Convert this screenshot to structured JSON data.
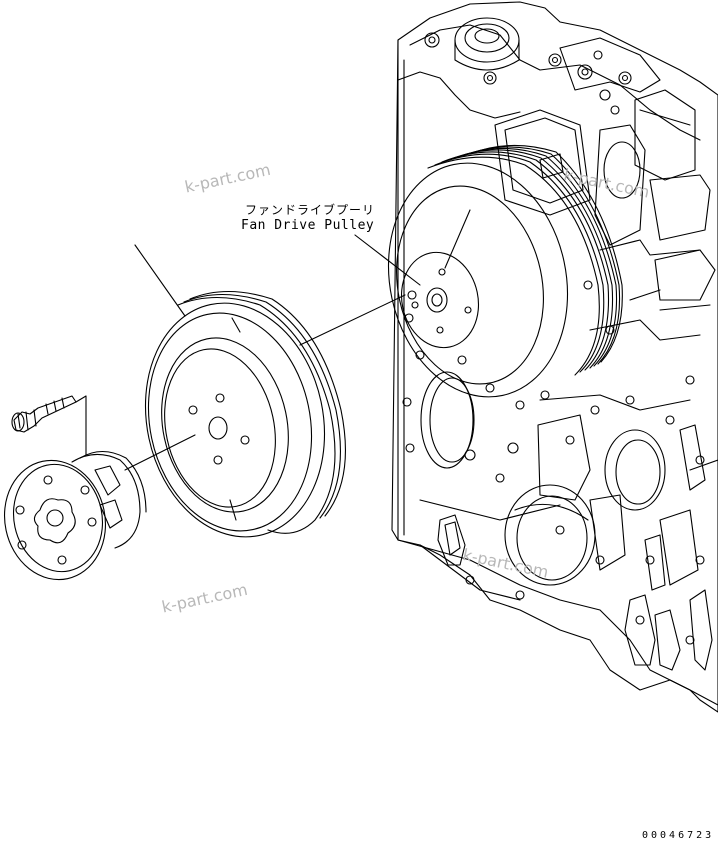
{
  "callout": {
    "label_jp": "ファンドライブプーリ",
    "label_en": "Fan Drive Pulley"
  },
  "watermarks": [
    "k-part.com",
    "k-part.com",
    "k-part.com",
    "k-part.com"
  ],
  "figure_number": "00046723",
  "colors": {
    "line": "#000000",
    "watermark": "#b8b8b8",
    "background": "#ffffff"
  }
}
